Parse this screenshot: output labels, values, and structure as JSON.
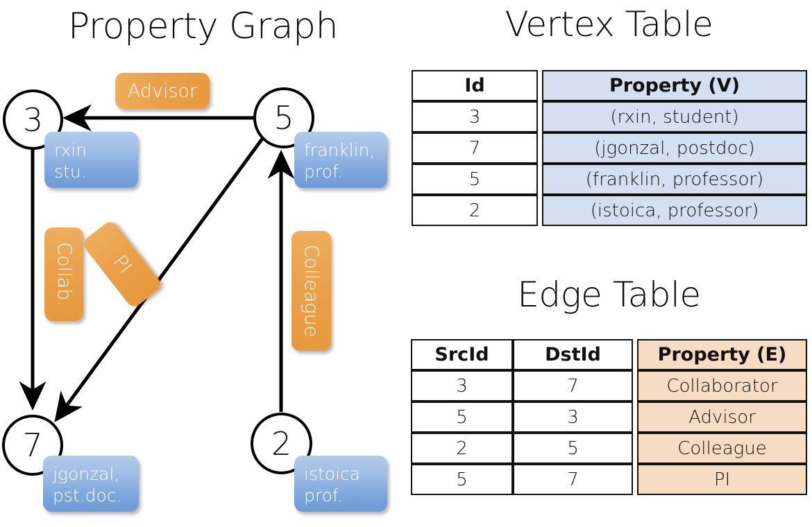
{
  "titles": {
    "graph": "Property Graph",
    "vertex_table": "Vertex Table",
    "edge_table": "Edge Table"
  },
  "colors": {
    "vertex_property_fill": "#d4e0f2",
    "edge_property_fill": "#f6dcc2",
    "node_property_box": "#7aa4da",
    "edge_label_box": "#eaa04a",
    "stroke": "#111111"
  },
  "graph": {
    "nodes": [
      {
        "id": "3",
        "property_lines": [
          "rxin",
          "stu."
        ]
      },
      {
        "id": "5",
        "property_lines": [
          "franklin,",
          "prof."
        ]
      },
      {
        "id": "7",
        "property_lines": [
          "jgonzal,",
          "pst.doc."
        ]
      },
      {
        "id": "2",
        "property_lines": [
          "istoica",
          "prof."
        ]
      }
    ],
    "edge_labels": [
      {
        "name": "advisor",
        "text": "Advisor"
      },
      {
        "name": "collab",
        "text": "Collab."
      },
      {
        "name": "pi",
        "text": "PI"
      },
      {
        "name": "colleague",
        "text": "Colleague"
      }
    ]
  },
  "vertex_table": {
    "headers": [
      "Id",
      "Property (V)"
    ],
    "rows": [
      {
        "id": "3",
        "property": "(rxin, student)"
      },
      {
        "id": "7",
        "property": "(jgonzal, postdoc)"
      },
      {
        "id": "5",
        "property": "(franklin, professor)"
      },
      {
        "id": "2",
        "property": "(istoica, professor)"
      }
    ]
  },
  "edge_table": {
    "headers": [
      "SrcId",
      "DstId",
      "Property (E)"
    ],
    "rows": [
      {
        "src": "3",
        "dst": "7",
        "property": "Collaborator"
      },
      {
        "src": "5",
        "dst": "3",
        "property": "Advisor"
      },
      {
        "src": "2",
        "dst": "5",
        "property": "Colleague"
      },
      {
        "src": "5",
        "dst": "7",
        "property": "PI"
      }
    ]
  }
}
